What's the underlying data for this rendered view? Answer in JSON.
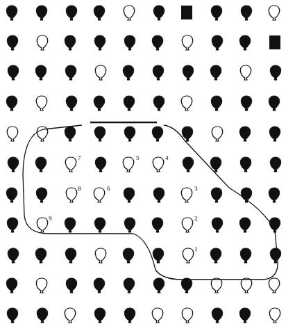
{
  "diagram": {
    "labels": [
      "7",
      "5",
      "4",
      "8",
      "6",
      "3",
      "9",
      "2",
      "1"
    ]
  }
}
